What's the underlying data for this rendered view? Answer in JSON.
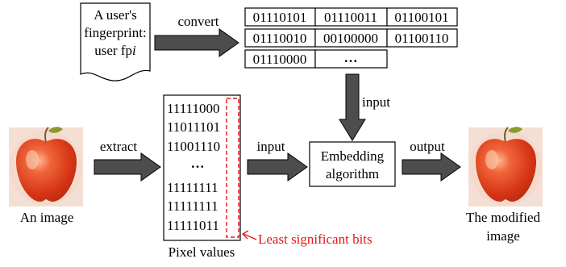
{
  "fingerprint_doc": {
    "lines": [
      "A user's",
      "fingerprint:",
      "user fp"
    ],
    "italic_suffix": "i"
  },
  "labels": {
    "convert": "convert",
    "input_top": "input",
    "extract": "extract",
    "input_mid": "input",
    "output": "output"
  },
  "bits_table": {
    "rows": [
      [
        "01110101",
        "01110011",
        "01100101"
      ],
      [
        "01110010",
        "00100000",
        "01100110"
      ],
      [
        "01110000",
        "…"
      ]
    ]
  },
  "pixel_values": {
    "values": [
      "11111000",
      "11011101",
      "11001110",
      "…",
      "11111111",
      "11111111",
      "11111011"
    ],
    "caption": "Pixel values"
  },
  "embedding_box": {
    "lines": [
      "Embedding",
      "algorithm"
    ]
  },
  "source_image": {
    "caption": "An image"
  },
  "modified_image": {
    "caption_lines": [
      "The modified",
      "image"
    ]
  },
  "lsb_annotation": {
    "text": "Least significant bits",
    "color": "#e8151b"
  },
  "colors": {
    "arrow_fill": "#4d4d4d",
    "apple_red": "#d83a16",
    "apple_highlight": "#f59a6e",
    "leaf_green": "#8a9a2e"
  }
}
